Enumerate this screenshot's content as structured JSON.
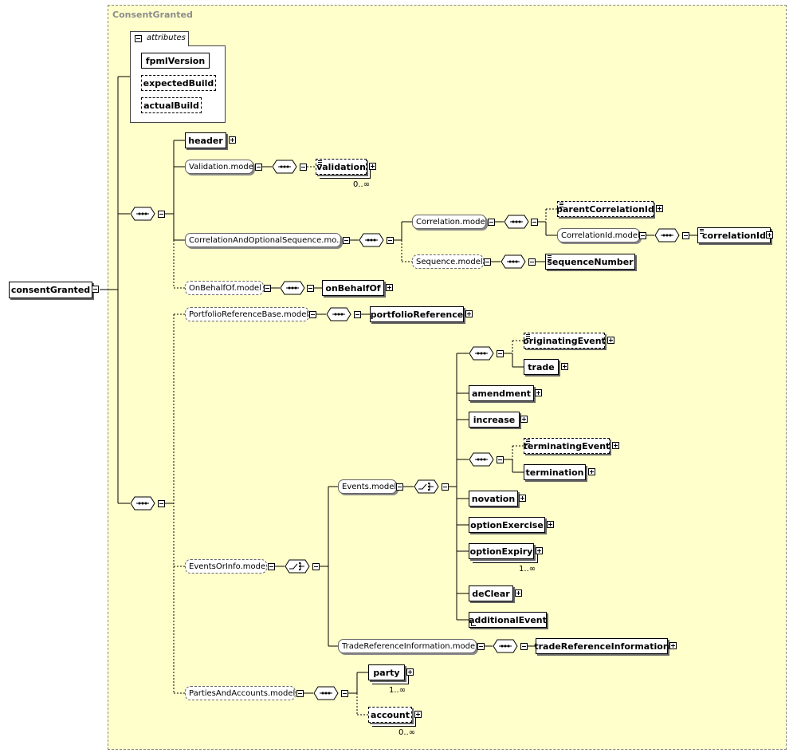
{
  "diagram": {
    "group_title": "ConsentGranted",
    "root": "consentGranted",
    "attributes": {
      "tab_label": "attributes",
      "items": [
        "fpmlVersion",
        "expectedBuild",
        "actualBuild"
      ]
    },
    "elements": {
      "header": "header",
      "validation": "validation",
      "parentCorrelationId": "parentCorrelationId",
      "correlationId": "correlationId",
      "sequenceNumber": "sequenceNumber",
      "onBehalfOf": "onBehalfOf",
      "portfolioReference": "portfolioReference",
      "originatingEvent": "originatingEvent",
      "trade": "trade",
      "amendment": "amendment",
      "increase": "increase",
      "terminatingEvent": "terminatingEvent",
      "termination": "termination",
      "novation": "novation",
      "optionExercise": "optionExercise",
      "optionExpiry": "optionExpiry",
      "deClear": "deClear",
      "additionalEvent": "additionalEvent",
      "tradeReferenceInformation": "tradeReferenceInformation",
      "party": "party",
      "account": "account"
    },
    "models": {
      "validation_model": "Validation.model",
      "correlation_and_sequence": "CorrelationAndOptionalSequence.mo...",
      "correlation_model": "Correlation.model",
      "correlation_id_model": "CorrelationId.model",
      "sequence_model": "Sequence.model",
      "on_behalf_of_model": "OnBehalfOf.model",
      "portfolio_reference_base": "PortfolioReferenceBase.model",
      "events_model": "Events.model",
      "events_or_info_model": "EventsOrInfo.model",
      "trade_reference_information_model": "TradeReferenceInformation.model",
      "parties_and_accounts_model": "PartiesAndAccounts.model"
    },
    "cardinality": {
      "validation": "0..∞",
      "option_expiry": "1..∞",
      "party": "1..∞",
      "account": "0..∞"
    }
  }
}
